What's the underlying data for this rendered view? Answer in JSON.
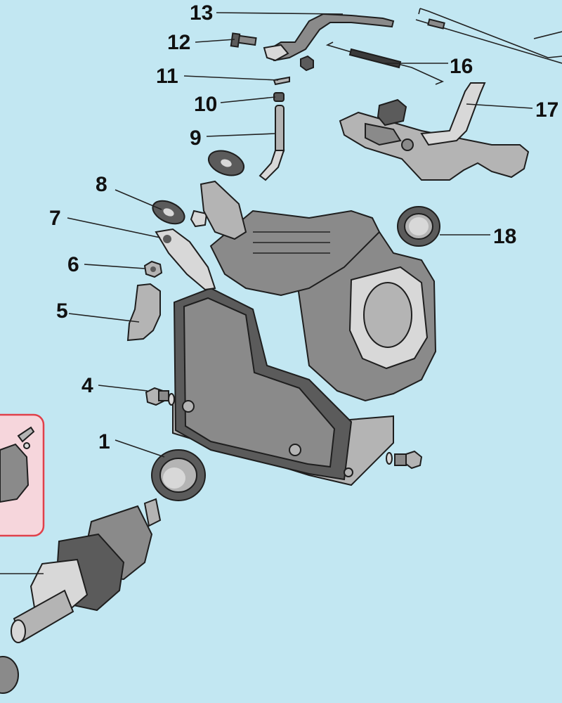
{
  "diagram": {
    "background": "#c2e7f2",
    "highlight_color": "#e0404a",
    "callouts": [
      "1",
      "4",
      "5",
      "6",
      "7",
      "8",
      "9",
      "10",
      "11",
      "12",
      "13",
      "16",
      "17",
      "18"
    ]
  }
}
